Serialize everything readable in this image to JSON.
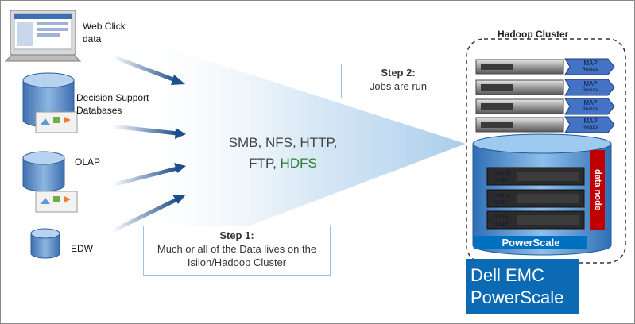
{
  "sources": [
    {
      "label": "Web Click data",
      "icon": "monitor-icon"
    },
    {
      "label": "Decision Support Databases",
      "icon": "database-icon"
    },
    {
      "label": "OLAP",
      "icon": "database-icon"
    },
    {
      "label": "EDW",
      "icon": "database-icon"
    }
  ],
  "protocols": {
    "line1": "SMB, NFS, HTTP,",
    "line2_prefix": "FTP, ",
    "line2_highlight": "HDFS"
  },
  "step1": {
    "title": "Step 1:",
    "text": "Much or all of the Data lives on the Isilon/Hadoop Cluster"
  },
  "step2": {
    "title": "Step 2:",
    "text": "Jobs are run"
  },
  "cluster": {
    "title": "Hadoop Cluster",
    "map_label": "MAP",
    "reduce_label": "Reduce",
    "name_node_label": "name node",
    "data_node_label": "data node",
    "storage_label": "PowerScale"
  },
  "logo": {
    "line1": "Dell EMC",
    "line2": "PowerScale"
  },
  "colors": {
    "arrow": "#1f4e8c",
    "funnel": "#b9d6ee",
    "db_fill": "#6f9fd4",
    "cluster_fill": "#5b9bd5",
    "storage_label_bg": "#0070c0",
    "data_node_bg": "#c00000",
    "hdfs_text": "#2e7a2e",
    "logo_bg": "#0b6ab3",
    "mapreduce_tag": "#4472c4"
  }
}
